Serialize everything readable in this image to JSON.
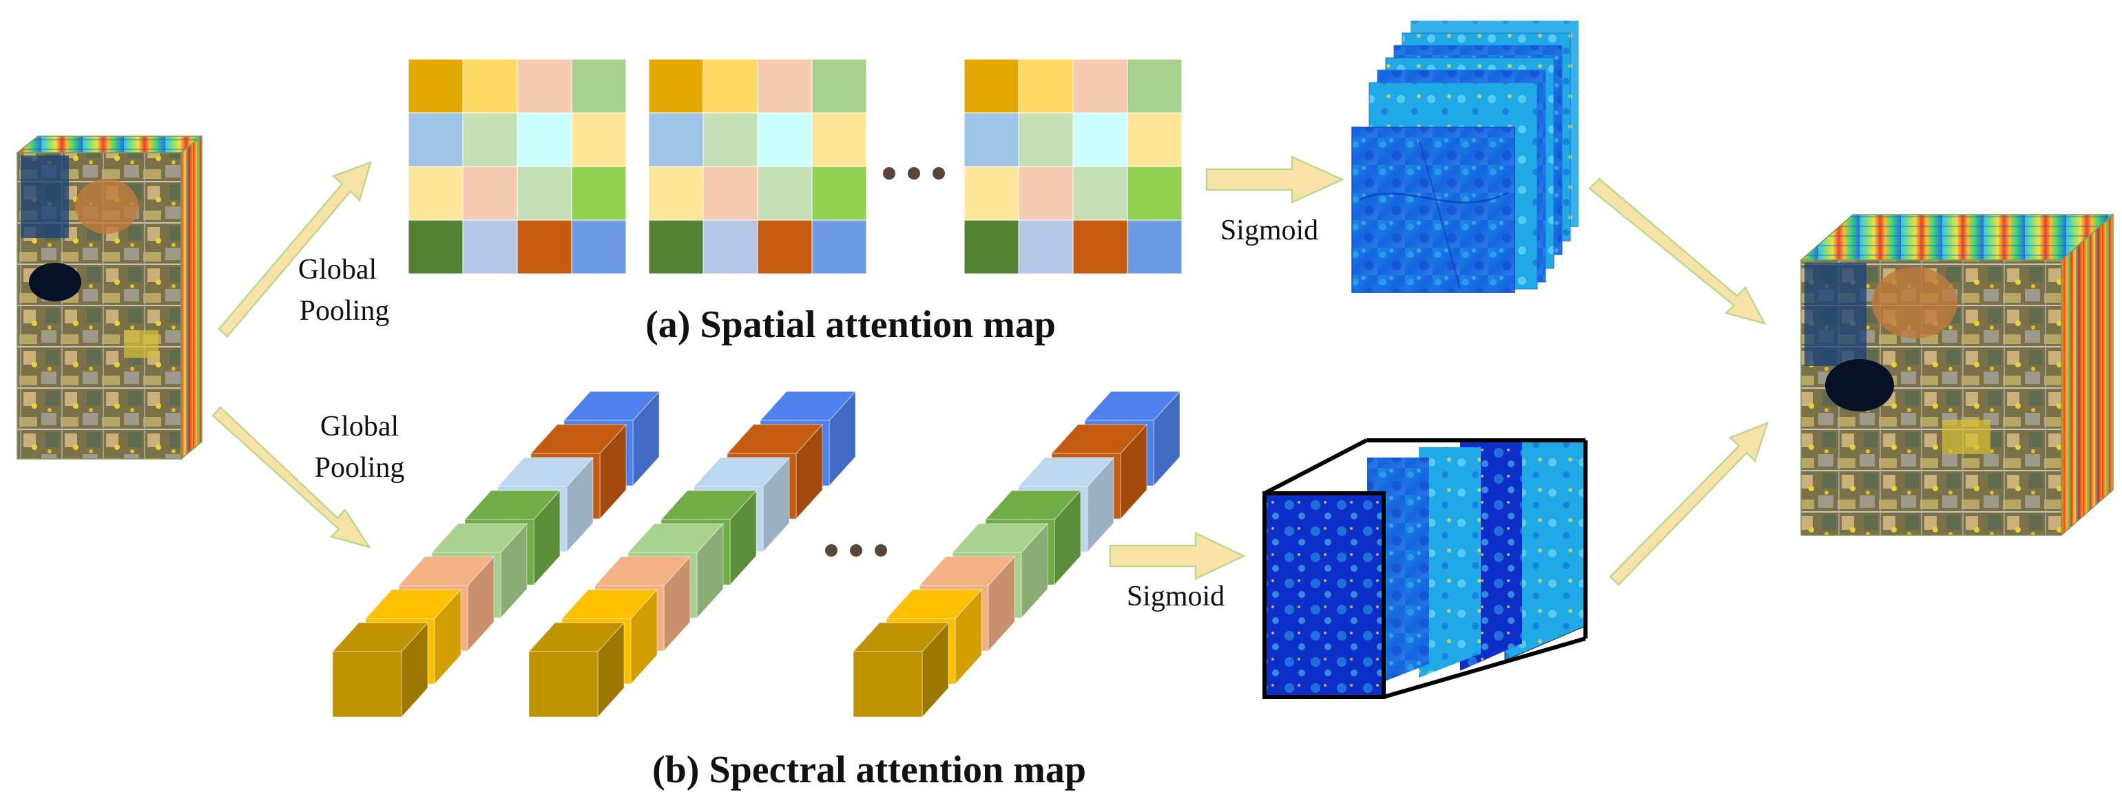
{
  "labels": {
    "global_pooling_top": [
      "Global",
      "Pooling"
    ],
    "global_pooling_bottom": [
      "Global",
      "Pooling"
    ],
    "sigmoid_top": "Sigmoid",
    "sigmoid_bottom": "Sigmoid",
    "caption_spatial": "(a) Spatial attention map",
    "caption_spectral": "(b) Spectral attention map",
    "ellipsis_top": "• • •",
    "ellipsis_bottom": "• • •"
  },
  "colors": {
    "arrow_fill": "#F7E3A8",
    "arrow_stroke": "#BCD98A",
    "attention_blue": "#1565E0",
    "attention_cyan": "#2FB7E8",
    "frame": "#000000"
  },
  "spatial_grid": {
    "count_shown": 3,
    "rows": [
      [
        "#E2A800",
        "#FFD966",
        "#F6CBB2",
        "#A9D18E"
      ],
      [
        "#9DC3E6",
        "#C5E0B4",
        "#CCFFFF",
        "#FFE699"
      ],
      [
        "#FFE699",
        "#F6CBB2",
        "#C5E0B4",
        "#92D050"
      ],
      [
        "#548235",
        "#B4C7E7",
        "#C55A11",
        "#6C9BE3"
      ]
    ]
  },
  "spectral_bar": {
    "count_shown": 3,
    "segments": [
      "#C09200",
      "#FFC000",
      "#F4B183",
      "#A9D18E",
      "#70AD47",
      "#BDD7EE",
      "#C55A11",
      "#4E81EE"
    ]
  },
  "cube": {
    "top_colors": [
      "#F23A1E",
      "#FFD21A",
      "#57C95A",
      "#1EB8E8",
      "#1E4FD6"
    ],
    "scene_colors": [
      "#5E5A3A",
      "#8A7A45",
      "#A9A497",
      "#C2A45A",
      "#6F7B60",
      "#0A1B3C",
      "#C28E55",
      "#9C9890"
    ]
  }
}
